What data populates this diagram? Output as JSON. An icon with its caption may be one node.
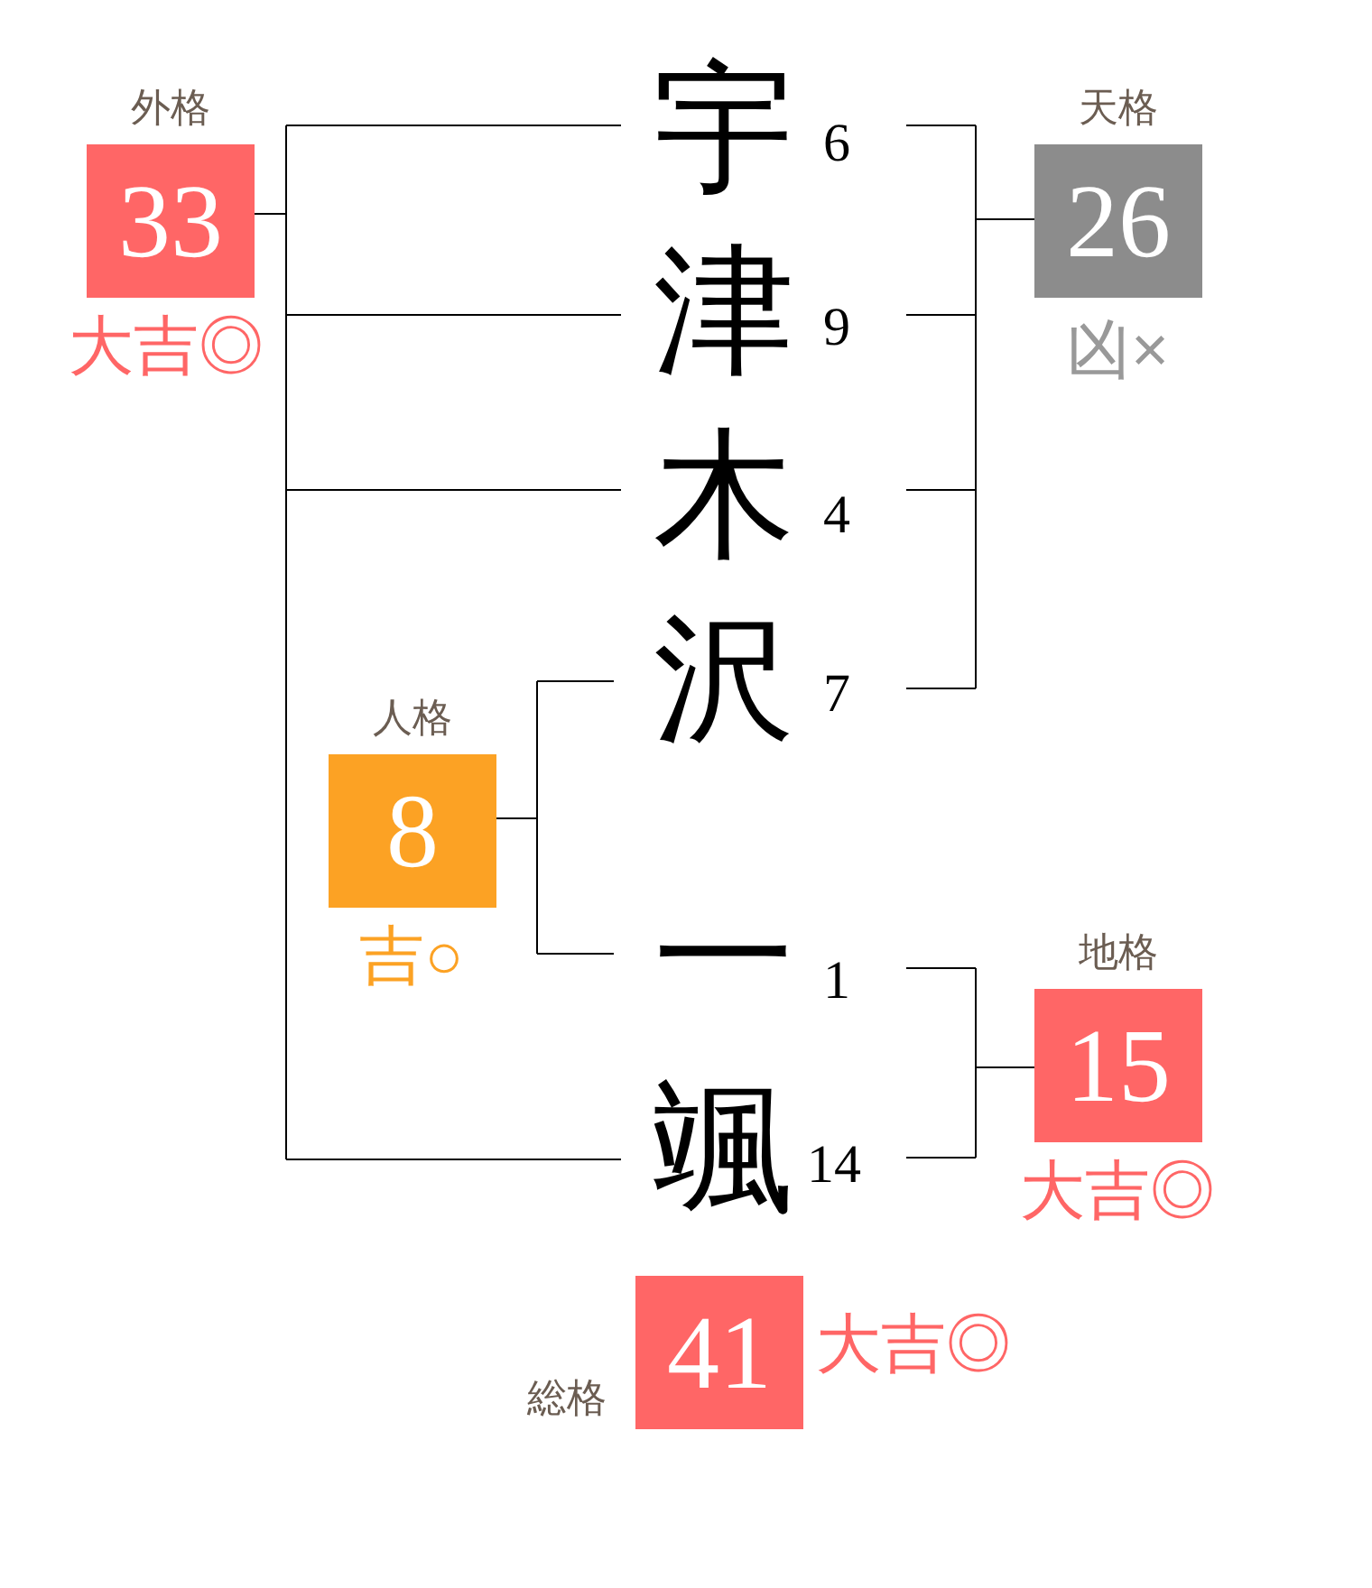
{
  "diagram": {
    "nodes": [
      {
        "text": [
          "外格",
          "33"
        ],
        "beside": [
          "大吉◎"
        ]
      },
      {
        "text": [
          "天格",
          "26"
        ],
        "beside": [
          "凶×"
        ]
      },
      {
        "text": [
          "宇"
        ],
        "beside": [
          "6"
        ]
      },
      {
        "text": [
          "津"
        ],
        "beside": [
          "9"
        ]
      },
      {
        "text": [
          "木"
        ],
        "beside": [
          "4"
        ]
      },
      {
        "text": [
          "沢"
        ],
        "beside": [
          "7"
        ]
      },
      {
        "text": [
          "人格",
          "8"
        ],
        "beside": [
          "吉○"
        ]
      },
      {
        "text": [
          "一"
        ],
        "beside": [
          "1"
        ]
      },
      {
        "text": [
          "颯"
        ],
        "beside": [
          "14"
        ]
      },
      {
        "text": [
          "地格",
          "15"
        ],
        "beside": [
          "大吉◎"
        ]
      },
      {
        "text": [
          "総格",
          "41"
        ],
        "beside": [
          "大吉◎"
        ]
      }
    ],
    "edges": [
      {
        "from": 0,
        "to": 2,
        "arrow": "none"
      },
      {
        "from": 0,
        "to": 3,
        "arrow": "none"
      },
      {
        "from": 0,
        "to": 4,
        "arrow": "none"
      },
      {
        "from": 0,
        "to": 8,
        "arrow": "none"
      },
      {
        "from": 1,
        "to": 2,
        "arrow": "none"
      },
      {
        "from": 1,
        "to": 3,
        "arrow": "none"
      },
      {
        "from": 1,
        "to": 4,
        "arrow": "none"
      },
      {
        "from": 1,
        "to": 5,
        "arrow": "none"
      },
      {
        "from": 6,
        "to": 5,
        "arrow": "none"
      },
      {
        "from": 6,
        "to": 7,
        "arrow": "none"
      },
      {
        "from": 9,
        "to": 7,
        "arrow": "none"
      },
      {
        "from": 9,
        "to": 8,
        "arrow": "none"
      }
    ]
  }
}
